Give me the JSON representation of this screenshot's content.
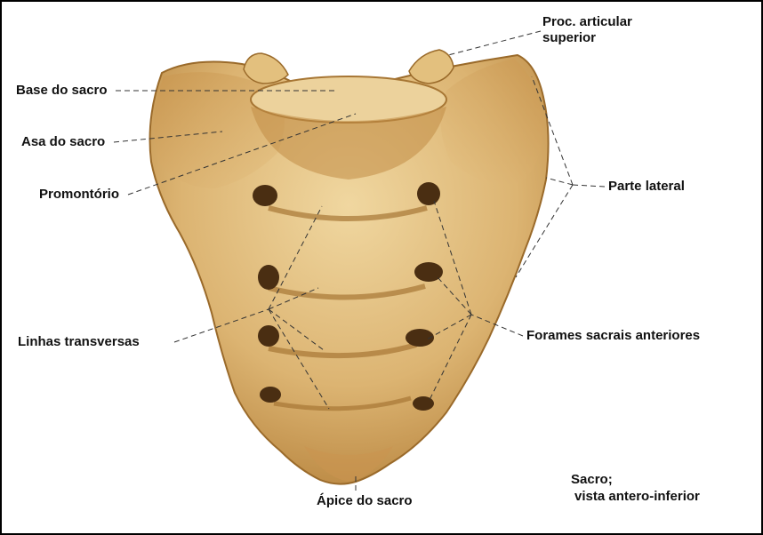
{
  "labels": {
    "proc_articular": [
      "Proc. articular",
      "superior"
    ],
    "base_do_sacro": "Base do sacro",
    "asa_do_sacro": "Asa do sacro",
    "promontorio": "Promontório",
    "parte_lateral": "Parte lateral",
    "linhas_transversas": "Linhas transversas",
    "forames_sacrais": "Forames sacrais anteriores",
    "apice_do_sacro": "Ápice do sacro"
  },
  "caption": [
    "Sacro;",
    "vista antero-inferior"
  ],
  "colors": {
    "bone_light": "#e8c98a",
    "bone_mid": "#d2a35a",
    "bone_dark": "#9a6a2a",
    "foramen": "#5a3a18",
    "leader_line": "#333333"
  }
}
